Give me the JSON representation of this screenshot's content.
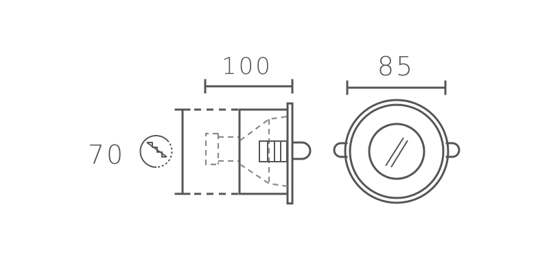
{
  "dimensions": {
    "depth_label": "100",
    "diameter_label": "85",
    "cutout_label": "70"
  },
  "icons": {
    "cutout": "saw-cutout-icon",
    "side_view": "downlight-side-view",
    "front_view": "downlight-front-view"
  },
  "colors": {
    "line": "#555555",
    "hidden_line": "#8a8a8a",
    "background": "#ffffff"
  }
}
